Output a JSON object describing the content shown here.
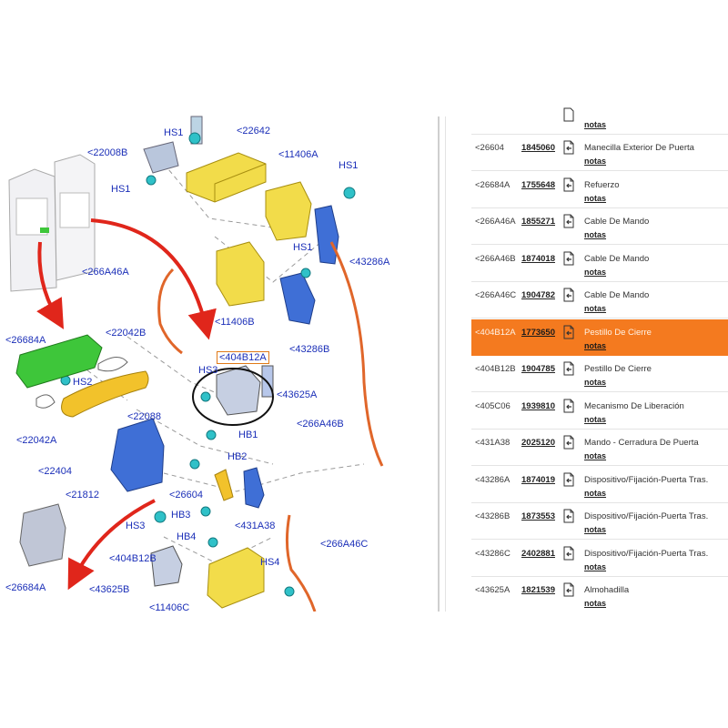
{
  "callouts": {
    "hs1_top": "HS1",
    "c22642": "<22642",
    "c22008b": "<22008B",
    "c11406a": "<11406A",
    "hs1_right": "HS1",
    "hs1_left": "HS1",
    "c266a46a": "<266A46A",
    "hs1_mid": "HS1",
    "c43286a": "<43286A",
    "c11406b": "<11406B",
    "c26684a": "<26684A",
    "c22042b": "<22042B",
    "c43286b": "<43286B",
    "c404b12a": "<404B12A",
    "hs3_top": "HS3",
    "c43625a": "<43625A",
    "hs2": "HS2",
    "c22088": "<22088",
    "c266a46b": "<266A46B",
    "hb1": "HB1",
    "c22042a": "<22042A",
    "hb2": "HB2",
    "c22404": "<22404",
    "c21812": "<21812",
    "c26604": "<26604",
    "hb3": "HB3",
    "c431a38": "<431A38",
    "hs3_low": "HS3",
    "hb4": "HB4",
    "c266a46c": "<266A46C",
    "c404b12b": "<404B12B",
    "hs4": "HS4",
    "c26684a_low": "<26684A",
    "c43625b": "<43625B",
    "c11406c": "<11406C"
  },
  "colors": {
    "callout_blue": "#1b2fb8",
    "highlight_orange": "#f47a1f",
    "box_orange": "#e07a18",
    "arrow_red": "#e0261b",
    "part_yellow": "#f2dc4a",
    "part_blue": "#3f6fd6",
    "part_green": "#3ec63a",
    "cable_orange": "#e0662a"
  },
  "parts_list": {
    "top_partial_notes": "notas",
    "rows": [
      {
        "code": "<26604",
        "part_number": "1845060",
        "description": "Manecilla Exterior De Puerta",
        "notes": "notas",
        "selected": false
      },
      {
        "code": "<26684A",
        "part_number": "1755648",
        "description": "Refuerzo",
        "notes": "notas",
        "selected": false
      },
      {
        "code": "<266A46A",
        "part_number": "1855271",
        "description": "Cable De Mando",
        "notes": "notas",
        "selected": false
      },
      {
        "code": "<266A46B",
        "part_number": "1874018",
        "description": "Cable De Mando",
        "notes": "notas",
        "selected": false
      },
      {
        "code": "<266A46C",
        "part_number": "1904782",
        "description": "Cable De Mando",
        "notes": "notas",
        "selected": false
      },
      {
        "code": "<404B12A",
        "part_number": "1773650",
        "description": "Pestillo De Cierre",
        "notes": "notas",
        "selected": true
      },
      {
        "code": "<404B12B",
        "part_number": "1904785",
        "description": "Pestillo De Cierre",
        "notes": "notas",
        "selected": false
      },
      {
        "code": "<405C06",
        "part_number": "1939810",
        "description": "Mecanismo De Liberación",
        "notes": "notas",
        "selected": false
      },
      {
        "code": "<431A38",
        "part_number": "2025120",
        "description": "Mando - Cerradura De Puerta",
        "notes": "notas",
        "selected": false
      },
      {
        "code": "<43286A",
        "part_number": "1874019",
        "description": "Dispositivo/Fijación-Puerta Tras.",
        "notes": "notas",
        "selected": false
      },
      {
        "code": "<43286B",
        "part_number": "1873553",
        "description": "Dispositivo/Fijación-Puerta Tras.",
        "notes": "notas",
        "selected": false
      },
      {
        "code": "<43286C",
        "part_number": "2402881",
        "description": "Dispositivo/Fijación-Puerta Tras.",
        "notes": "notas",
        "selected": false
      },
      {
        "code": "<43625A",
        "part_number": "1821539",
        "description": "Almohadilla",
        "notes": "notas",
        "selected": false
      }
    ]
  }
}
